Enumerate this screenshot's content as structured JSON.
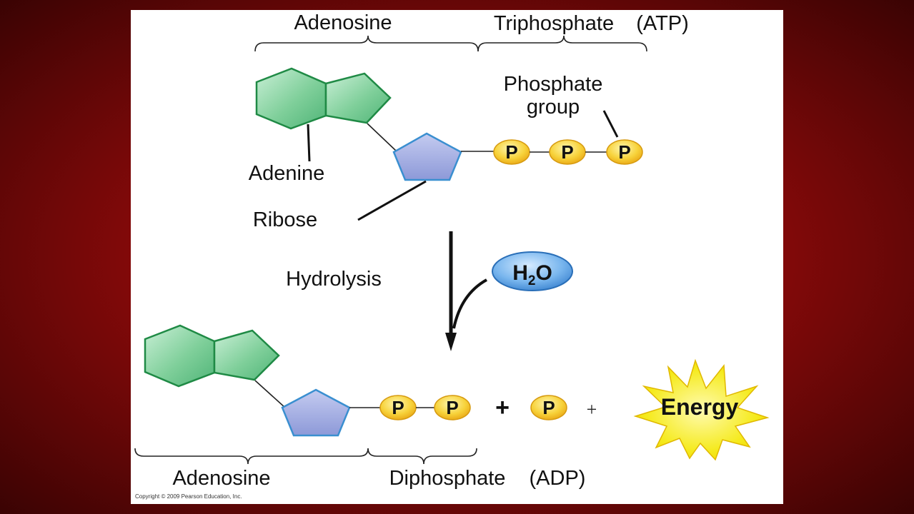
{
  "labels": {
    "adenosine_top": "Adenosine",
    "triphosphate": "Triphosphate",
    "atp": "(ATP)",
    "phosphate_group_line1": "Phosphate",
    "phosphate_group_line2": "group",
    "adenine": "Adenine",
    "ribose": "Ribose",
    "hydrolysis": "Hydrolysis",
    "water_h": "H",
    "water_sub": "2",
    "water_o": "O",
    "adenosine_bottom": "Adenosine",
    "diphosphate": "Diphosphate",
    "adp": "(ADP)",
    "plus_bold": "+",
    "plus_thin": "+",
    "energy": "Energy",
    "copyright": "Copyright © 2009 Pearson Education, Inc."
  },
  "phosphate_symbol": "P",
  "colors": {
    "background": "#8a0a0a",
    "adenine_fill": "#7fcf9a",
    "adenine_stroke": "#1f8a45",
    "ribose_fill": "#a9b4e6",
    "ribose_stroke": "#3a8fd0",
    "phosphate_fill": "#f7d23a",
    "water_fill": "#5aa0e0",
    "energy_fill": "#f5ea1c"
  }
}
